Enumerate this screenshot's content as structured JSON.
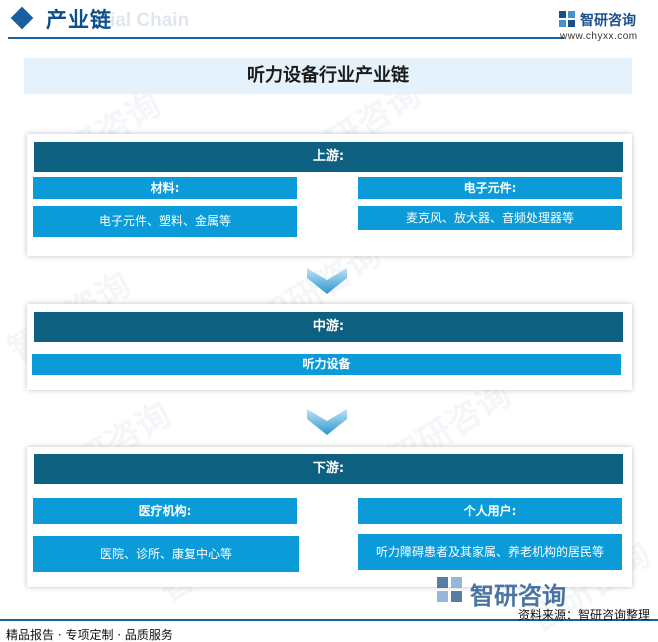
{
  "header": {
    "title": "产业链",
    "watermark": "ial Chain",
    "brand_name": "智研咨询",
    "brand_url": "www.chyxx.com"
  },
  "main_title": "听力设备行业产业链",
  "upstream": {
    "label": "上游:",
    "left": {
      "title": "材料:",
      "body": "电子元件、塑料、金属等"
    },
    "right": {
      "title": "电子元件:",
      "body": "麦克风、放大器、音频处理器等"
    }
  },
  "midstream": {
    "label": "中游:",
    "body": "听力设备"
  },
  "downstream": {
    "label": "下游:",
    "left": {
      "title": "医疗机构:",
      "body": "医院、诊所、康复中心等"
    },
    "right": {
      "title": "个人用户:",
      "body": "听力障碍患者及其家属、养老机构的居民等"
    }
  },
  "watermark_text": "智研咨询",
  "footer": {
    "left": "精品报告 · 专项定制 · 品质服务",
    "source": "资料来源：智研咨询整理",
    "brand": "智研咨询"
  },
  "colors": {
    "dark_bar": "#0d607f",
    "box_blue": "#0a9bd8",
    "accent": "#1a5fa0",
    "title_bg": "#e6f2fb"
  }
}
